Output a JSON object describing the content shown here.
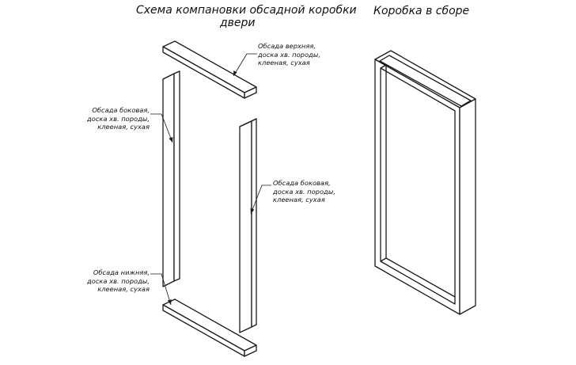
{
  "titles": {
    "scheme_line1": "Схема компановки обсадной коробки",
    "scheme_line2": "двери",
    "assembled": "Коробка в сборе"
  },
  "labels": {
    "top": "Обсада верхняя,\nдоска хв. породы,\nклееная, сухая",
    "left_side": "Обсада боковая,\nдоска хв. породы,\nклееная, сухая",
    "right_side": "Обсада боковая,\nдоска хв. породы,\nклееная, сухая",
    "bottom": "Обсада нижняя,\nдоска хв. породы,\nклееная, сухая"
  },
  "colors": {
    "line": "#1a1a1a",
    "face": "#ffffff",
    "background": "#ffffff"
  }
}
